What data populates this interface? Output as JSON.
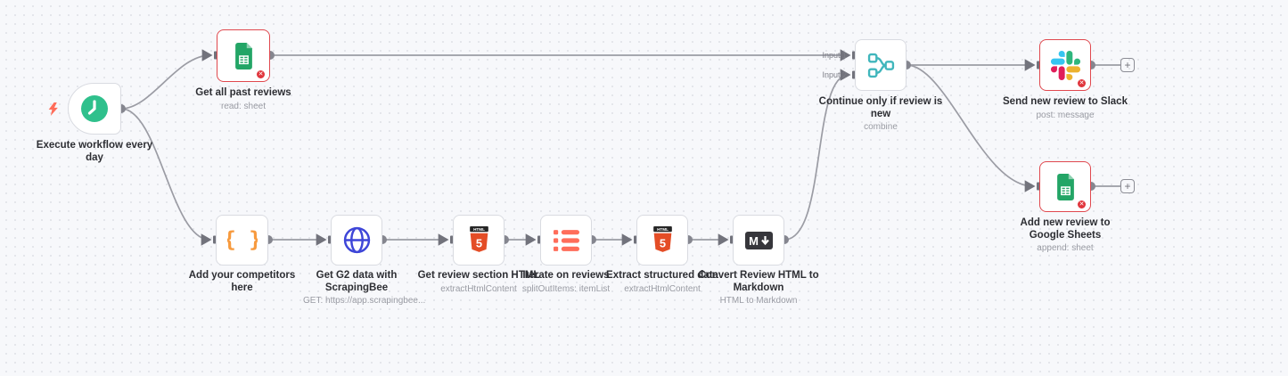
{
  "canvas": {
    "background": "#f7f8fb",
    "dot_color": "#e3e5ea"
  },
  "colors": {
    "node_border": "#d9dbe1",
    "error_red": "#e0484e",
    "connector_gray": "#9b9ca4",
    "trigger_green": "#2fc08c",
    "braces_orange": "#f79a3e",
    "globe_blue": "#3e46d8",
    "list_coral": "#ff6d5a",
    "merge_teal": "#40b6bc",
    "html5_orange": "#e44d26",
    "sheets_green": "#23a566",
    "markdown_dark": "#36363b",
    "slack_blue": "#36C5F0",
    "slack_green": "#2EB67D",
    "slack_red": "#E01E5A",
    "slack_yellow": "#ECB22E"
  },
  "nodes": [
    {
      "label": "Execute workflow every day",
      "sublabel": "",
      "icon": "clock-trigger"
    },
    {
      "label": "Get all past reviews",
      "sublabel": "read: sheet",
      "icon": "google-sheets",
      "error": true
    },
    {
      "label": "Add your competitors here",
      "sublabel": "",
      "icon": "curly-braces"
    },
    {
      "label": "Get G2 data with ScrapingBee",
      "sublabel": "GET: https://app.scrapingbee...",
      "icon": "globe"
    },
    {
      "label": "Get review section HTML",
      "sublabel": "extractHtmlContent",
      "icon": "html5"
    },
    {
      "label": "Iterate on reviews",
      "sublabel": "splitOutItems: itemList",
      "icon": "list"
    },
    {
      "label": "Extract structured data",
      "sublabel": "extractHtmlContent",
      "icon": "html5"
    },
    {
      "label": "Convert Review HTML to Markdown",
      "sublabel": "HTML to Markdown",
      "icon": "markdown"
    },
    {
      "label": "Continue only if review is new",
      "sublabel": "combine",
      "icon": "merge"
    },
    {
      "label": "Send new review to Slack",
      "sublabel": "post: message",
      "icon": "slack",
      "error": true
    },
    {
      "label": "Add new review to Google Sheets",
      "sublabel": "append: sheet",
      "icon": "google-sheets",
      "error": true
    }
  ],
  "merge_node": {
    "input1_label": "Input 1",
    "input2_label": "Input 2"
  },
  "glyphs": {
    "braces": "{ }",
    "html_banner": "HTML",
    "html_five": "5",
    "markdown_m": "M",
    "plus": "+",
    "error_x": "✕"
  }
}
